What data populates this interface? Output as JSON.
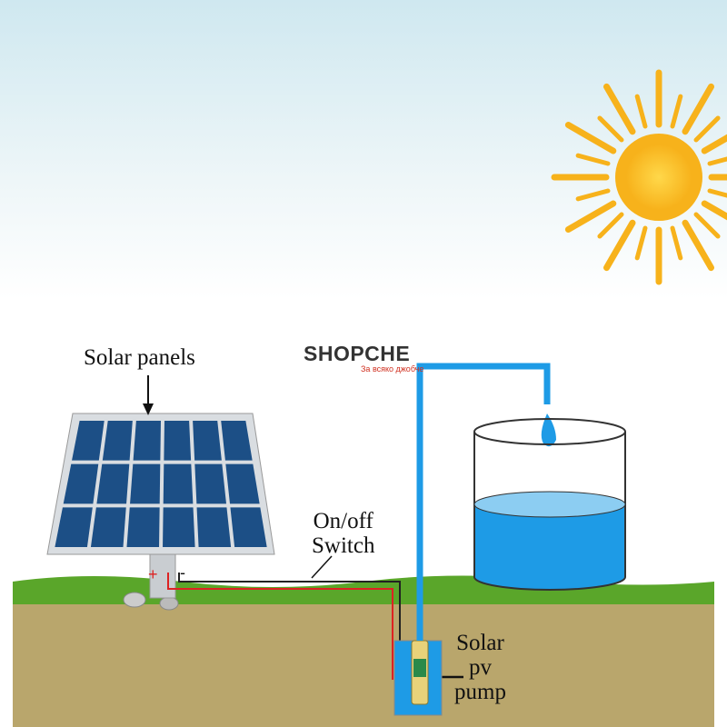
{
  "labels": {
    "solar_panels": "Solar panels",
    "switch_line1": "On/off",
    "switch_line2": "Switch",
    "pump_line1": "Solar",
    "pump_line2": "pv",
    "pump_line3": "pump",
    "plus": "+",
    "minus": "-"
  },
  "watermark": {
    "brand": "SHOPCHE",
    "tagline": "За всяко джобче"
  },
  "colors": {
    "water": "#1e9be6",
    "sun": "#f7b21b",
    "soil": "#b9a66c",
    "grass": "#5aa62a",
    "panel": "#1c4f86"
  }
}
